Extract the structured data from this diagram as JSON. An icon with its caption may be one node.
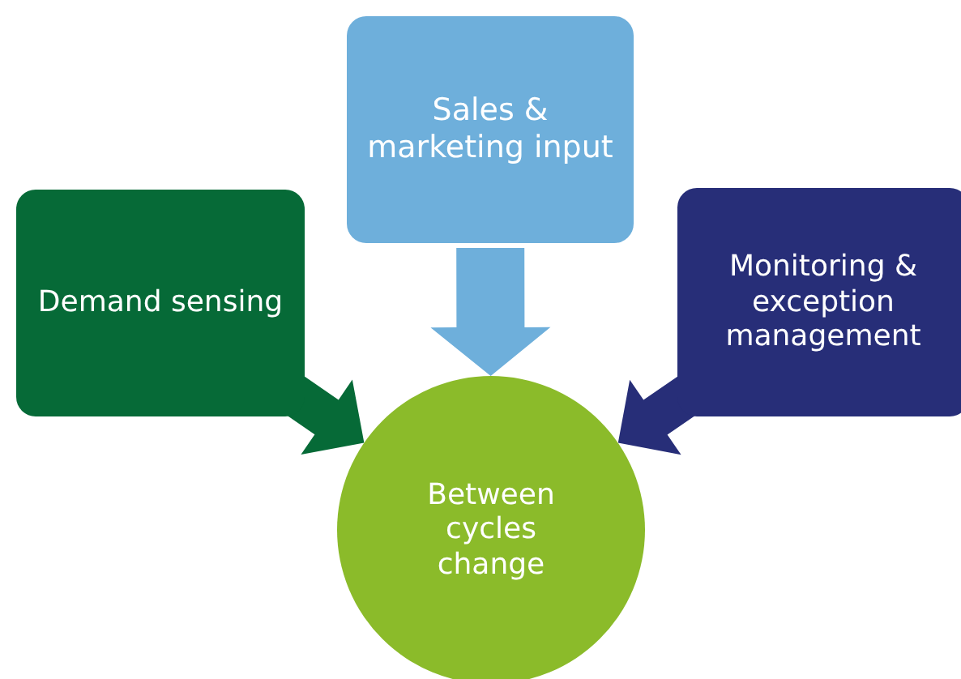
{
  "diagram": {
    "nodes": [
      {
        "text": [
          "Sales & marketing input"
        ]
      },
      {
        "text": [
          "Demand sensing"
        ]
      },
      {
        "text": [
          "Monitoring & exception management"
        ]
      },
      {
        "text": [
          "Between cycles change"
        ]
      }
    ],
    "edges": [
      {
        "from": 0,
        "to": 3,
        "arrow": "to",
        "color": "#6eafdb"
      },
      {
        "from": 1,
        "to": 3,
        "arrow": "to",
        "color": "#066a37"
      },
      {
        "from": 2,
        "to": 3,
        "arrow": "to",
        "color": "#272e78"
      }
    ]
  }
}
